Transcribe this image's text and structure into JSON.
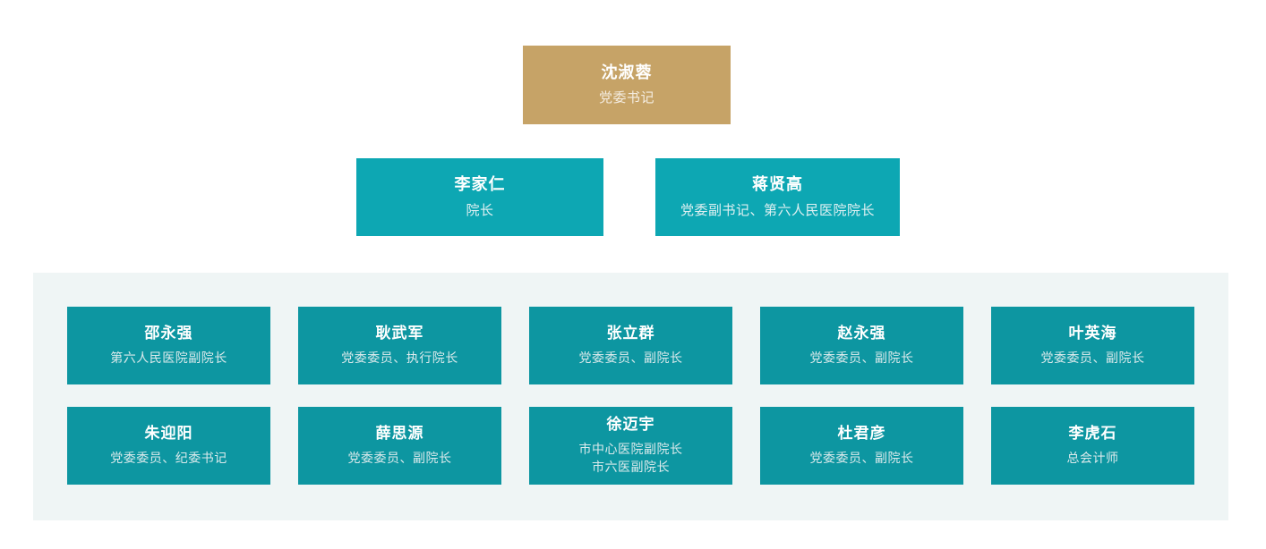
{
  "chart_title": "",
  "colors": {
    "top_box": "#c6a367",
    "level2_box": "#0da7b3",
    "member_box": "#0d96a1",
    "panel_background": "#eff5f5",
    "page_background": "#ffffff",
    "name_text": "#ffffff",
    "title_text": "#dbeaec"
  },
  "org": {
    "top": {
      "name": "沈淑蓉",
      "titles": [
        "党委书记"
      ]
    },
    "level2": [
      {
        "name": "李家仁",
        "titles": [
          "院长"
        ]
      },
      {
        "name": "蒋贤高",
        "titles": [
          "党委副书记、第六人民医院院长"
        ]
      }
    ],
    "members_row1": [
      {
        "name": "邵永强",
        "titles": [
          "第六人民医院副院长"
        ]
      },
      {
        "name": "耿武军",
        "titles": [
          "党委委员、执行院长"
        ]
      },
      {
        "name": "张立群",
        "titles": [
          "党委委员、副院长"
        ]
      },
      {
        "name": "赵永强",
        "titles": [
          "党委委员、副院长"
        ]
      },
      {
        "name": "叶英海",
        "titles": [
          "党委委员、副院长"
        ]
      }
    ],
    "members_row2": [
      {
        "name": "朱迎阳",
        "titles": [
          "党委委员、纪委书记"
        ]
      },
      {
        "name": "薛思源",
        "titles": [
          "党委委员、副院长"
        ]
      },
      {
        "name": "徐迈宇",
        "titles": [
          "市中心医院副院长",
          "市六医副院长"
        ]
      },
      {
        "name": "杜君彦",
        "titles": [
          "党委委员、副院长"
        ]
      },
      {
        "name": "李虎石",
        "titles": [
          "总会计师"
        ]
      }
    ]
  }
}
